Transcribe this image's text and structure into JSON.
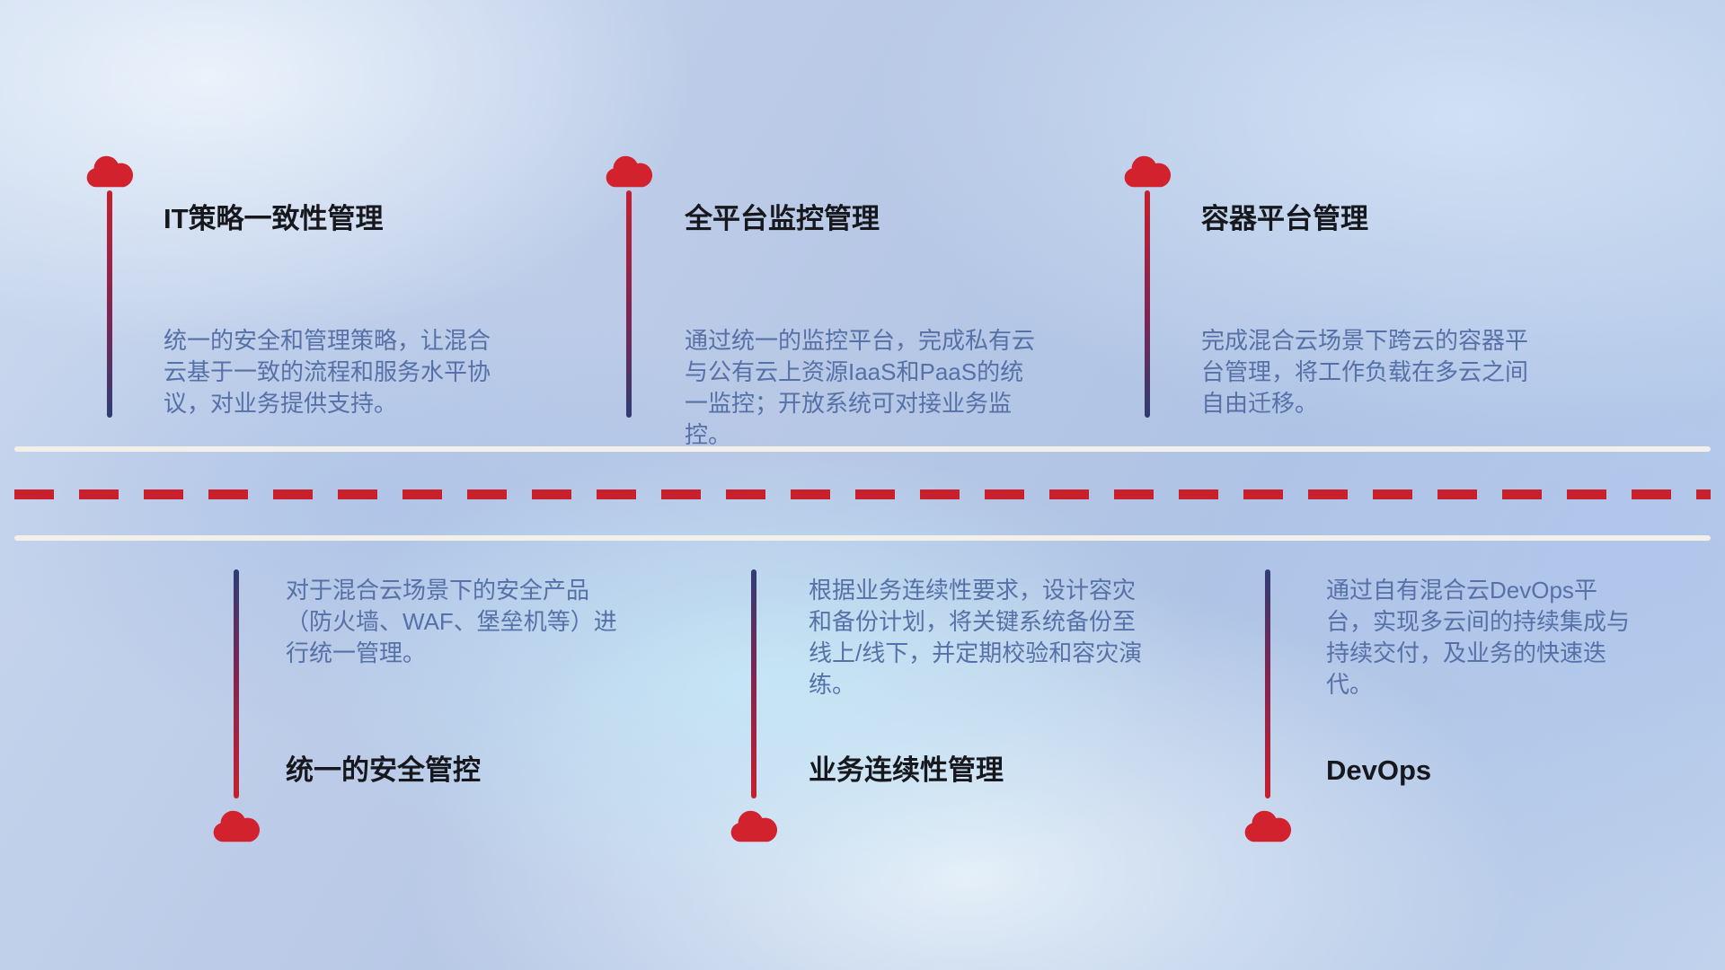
{
  "palette": {
    "red": "#d2222d",
    "navy": "#2e3d74",
    "title_text": "#16181d",
    "desc_text": "#5671a7",
    "road_white": "#f3f0e9",
    "background_blue": "#b9c9e6"
  },
  "road": {
    "style": "two solid white lines with red dashed centerline"
  },
  "items": [
    {
      "icon": "cloud-icon",
      "position": "top",
      "title": "IT策略一致性管理",
      "desc": "统一的安全和管理策略，让混合云基于一致的流程和服务水平协议，对业务提供支持。"
    },
    {
      "icon": "cloud-icon",
      "position": "top",
      "title": "全平台监控管理",
      "desc": "通过统一的监控平台，完成私有云与公有云上资源IaaS和PaaS的统一监控；开放系统可对接业务监控。"
    },
    {
      "icon": "cloud-icon",
      "position": "top",
      "title": "容器平台管理",
      "desc": "完成混合云场景下跨云的容器平台管理，将工作负载在多云之间自由迁移。"
    },
    {
      "icon": "cloud-icon",
      "position": "bottom",
      "title": "统一的安全管控",
      "desc": "对于混合云场景下的安全产品（防火墙、WAF、堡垒机等）进行统一管理。"
    },
    {
      "icon": "cloud-icon",
      "position": "bottom",
      "title": "业务连续性管理",
      "desc": "根据业务连续性要求，设计容灾和备份计划，将关键系统备份至线上/线下，并定期校验和容灾演练。"
    },
    {
      "icon": "cloud-icon",
      "position": "bottom",
      "title": "DevOps",
      "desc": "通过自有混合云DevOps平台，实现多云间的持续集成与持续交付，及业务的快速迭代。"
    }
  ]
}
